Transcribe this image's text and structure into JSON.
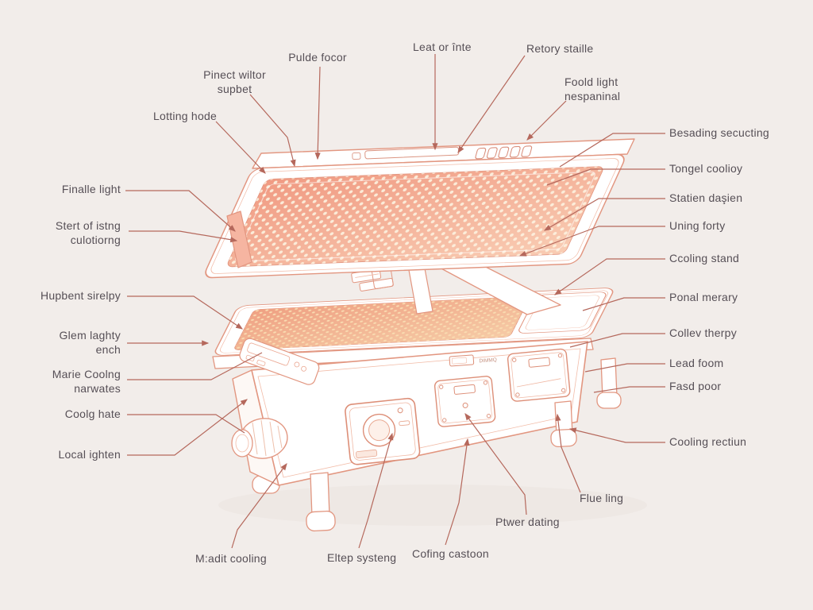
{
  "scene": {
    "background_color": "#f2edea",
    "leader_line_color": "#b5685c",
    "device_outline_color": "#e29680",
    "led_panel_color": "#f2a089",
    "label_text_color": "#564f56"
  },
  "device": {
    "kind": "red-light-therapy-bed-diagram",
    "marking": "DIMMQ"
  },
  "labels": {
    "pulde": {
      "text": "Pulde focor"
    },
    "pinect": {
      "text": "Pinect wiltor supbet"
    },
    "lotting": {
      "text": "Lotting hode"
    },
    "leat": {
      "text": "Leat or înte"
    },
    "retory": {
      "text": "Retory staille"
    },
    "foold": {
      "text": "Foold light nespaninal"
    },
    "besading": {
      "text": "Besading secucting"
    },
    "tongel": {
      "text": "Tongel coolioy"
    },
    "statien": {
      "text": "Statien daşien"
    },
    "uning": {
      "text": "Uning forty"
    },
    "ccoling": {
      "text": "Ccoling stand"
    },
    "ponal": {
      "text": "Ponal merary"
    },
    "collev": {
      "text": "Collev therpy"
    },
    "leadfoom": {
      "text": "Lead foom"
    },
    "fasd": {
      "text": "Fasd poor"
    },
    "coolrect": {
      "text": "Cooling rectiun"
    },
    "finalle": {
      "text": "Finalle light"
    },
    "stert": {
      "text": "Stert of istng culotiorng"
    },
    "hupbent": {
      "text": "Hupbent sirelpy"
    },
    "glem": {
      "text": "Glem laghty ench"
    },
    "marie": {
      "text": "Marie Coolng narwates"
    },
    "coolg": {
      "text": "Coolg hate"
    },
    "local": {
      "text": "Local ighten"
    },
    "madit": {
      "text": "M:adit cooling"
    },
    "eltep": {
      "text": "Eltep systeng"
    },
    "cofing": {
      "text": "Cofing castoon"
    },
    "ptwer": {
      "text": "Ptwer dating"
    },
    "flue": {
      "text": "Flue ling"
    }
  }
}
